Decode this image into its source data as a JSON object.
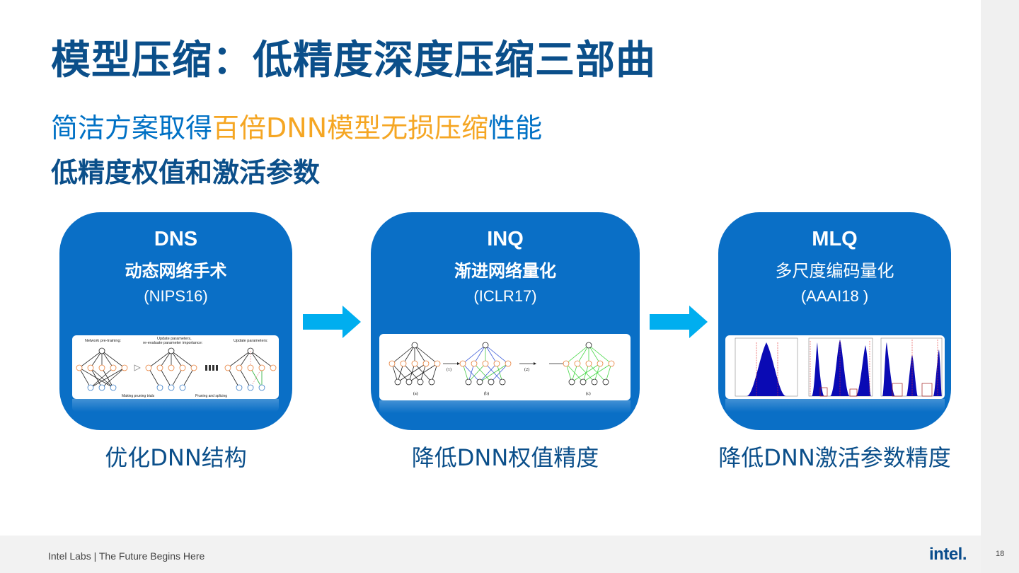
{
  "slide": {
    "title": "模型压缩：低精度深度压缩三部曲",
    "subtitle_pre": "简洁方案取得",
    "subtitle_highlight": "百倍DNN模型无损压缩",
    "subtitle_post": "性能",
    "subtitle2": "低精度权值和激活参数",
    "page_number": "18"
  },
  "cards": [
    {
      "title": "DNS",
      "subtitle": "动态网络手术",
      "paper": "(NIPS16)",
      "caption": "优化DNN结构",
      "figure_labels": [
        "Network pre-training:",
        "Update parameters,",
        "re-evaluate parameter importance:",
        "Update parameters:",
        "Making pruning trials",
        "Pruning and splicing"
      ]
    },
    {
      "title": "INQ",
      "subtitle": "渐进网络量化",
      "paper": "(ICLR17)",
      "caption": "降低DNN权值精度",
      "figure_labels": [
        "(1)",
        "(2)",
        "(a)",
        "(b)",
        "(c)"
      ]
    },
    {
      "title": "MLQ",
      "subtitle": "多尺度编码量化",
      "paper": "(AAAI18 )",
      "caption": "降低DNN激活参数精度"
    }
  ],
  "footer": {
    "text": "Intel Labs | The Future Begins Here",
    "logo": "intel."
  },
  "colors": {
    "brand_dark": "#0b4f8a",
    "brand": "#0071c5",
    "card": "#0a6fc6",
    "highlight": "#f5a623",
    "arrow": "#00aeef"
  },
  "icons": [
    "arrow-right-icon",
    "intel-logo"
  ]
}
